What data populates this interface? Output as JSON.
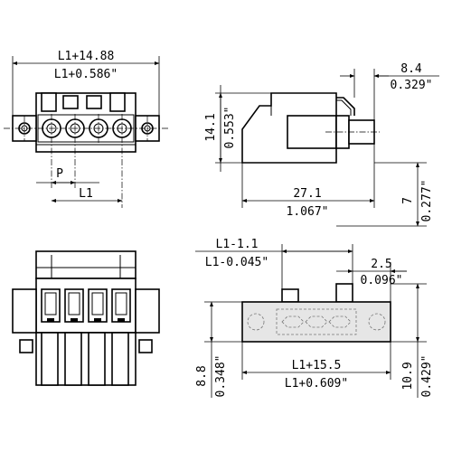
{
  "dimensions": {
    "front_width_mm": "L1+14.88",
    "front_width_in": "L1+0.586\"",
    "pitch": "P",
    "length": "L1",
    "side_depth_mm": "8.4",
    "side_depth_in": "0.329\"",
    "side_height_mm": "14.1",
    "side_height_in": "0.553\"",
    "side_length_mm": "27.1",
    "side_length_in": "1.067\"",
    "side_low_mm": "7",
    "side_low_in": "0.277\"",
    "bottom_inner_mm": "L1-1.1",
    "bottom_inner_in": "L1-0.045\"",
    "bottom_offset_mm": "2.5",
    "bottom_offset_in": "0.096\"",
    "bottom_height_mm": "8.8",
    "bottom_height_in": "0.348\"",
    "bottom_width_mm": "L1+15.5",
    "bottom_width_in": "L1+0.609\"",
    "bottom_right_mm": "10.9",
    "bottom_right_in": "0.429\""
  }
}
